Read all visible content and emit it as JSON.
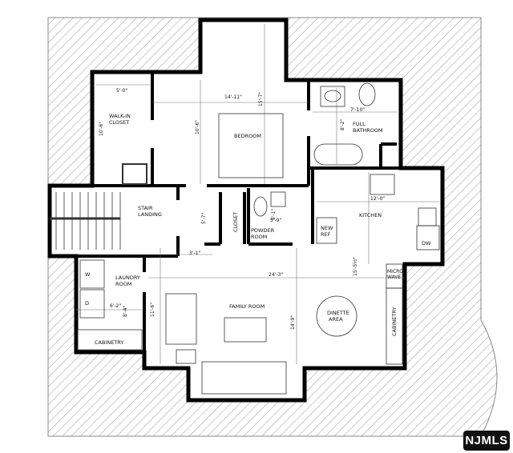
{
  "rooms": {
    "walk_in_closet": [
      "WALK-IN",
      "CLOSET"
    ],
    "bedroom": "BEDROOM",
    "full_bathroom": [
      "FULL",
      "BATHROOM"
    ],
    "stair_landing": [
      "STAIR",
      "LANDING"
    ],
    "closet": "CLOSET",
    "powder_room": [
      "POWDER",
      "ROOM"
    ],
    "kitchen": "KITCHEN",
    "new_ref": [
      "NEW",
      "REF"
    ],
    "dw": "DW",
    "microwave": [
      "MICRO",
      "WAVE"
    ],
    "laundry_room": [
      "LAUNDRY",
      "ROOM"
    ],
    "washer": "W",
    "dryer": "D",
    "laundry_cabinetry": "CABINETRY",
    "family_room": "FAMILY ROOM",
    "dinette_area": [
      "DINETTE",
      "AREA"
    ],
    "kitchen_cabinetry": "CABINETRY"
  },
  "dimensions": {
    "closet_width": "5'-0\"",
    "closet_depth": "10'-6\"",
    "bedroom_width": "14'-11\"",
    "bedroom_depth": "10'-6\"",
    "bedroom_alcove": "15'-7\"",
    "bath_width": "7'-10\"",
    "bath_depth": "8'-2\"",
    "kitchen_width": "12'-0\"",
    "kitchen_depth": "15'-5½\"",
    "powder_width": "5'-9\"",
    "powder_depth": "5'-1\"",
    "hall_width": "3'-1\"",
    "hall_depth": "5'-7\"",
    "family_width": "24'-3\"",
    "family_depth": "14'-9\"",
    "family_side": "11'-6\"",
    "laundry_width": "6'-2\"",
    "laundry_depth": "8'-4\""
  },
  "logo": "NJMLS"
}
